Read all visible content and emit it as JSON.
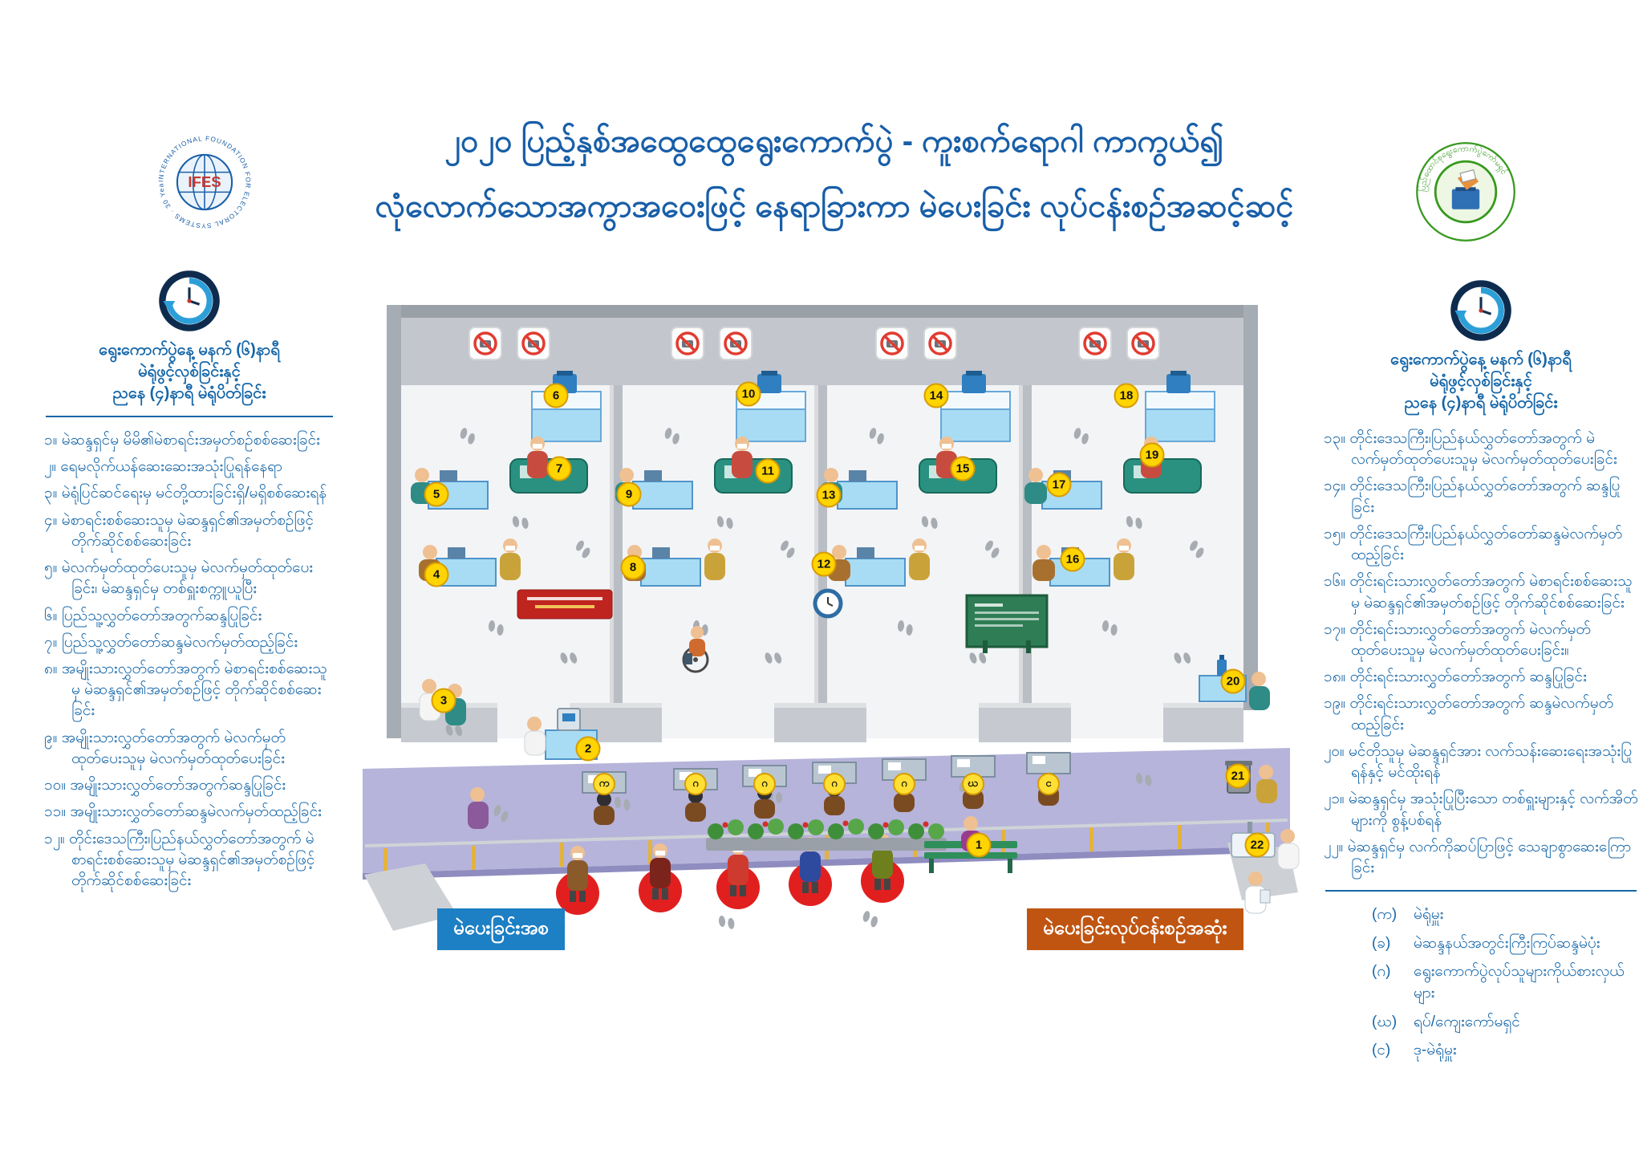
{
  "title": {
    "line1": "၂၀၂၀ ပြည့်နှစ်အထွေထွေရွေးကောက်ပွဲ - ကူးစက်ရောဂါ ကာကွယ်၍",
    "line2": "လုံလောက်သောအကွာအဝေးဖြင့် နေရာခြားကာ မဲပေးခြင်း လုပ်ငန်းစဉ်အဆင့်ဆင့်"
  },
  "logos": {
    "ifes_text": "IFES",
    "ifes_ring_text": "INTERNATIONAL FOUNDATION FOR ELECTORAL SYSTEMS · 30 Years",
    "uec_ring_text": "ပြည်ထောင်စုရွေးကောက်ပွဲကော်မရှင်"
  },
  "left_panel": {
    "clock_text": [
      "ရွေးကောက်ပွဲနေ့ မနက် (၆)နာရီ",
      "မဲရုံဖွင့်လှစ်ခြင်းနှင့်",
      "ညနေ (၄)နာရီ မဲရုံပိတ်ခြင်း"
    ],
    "items": [
      "၁။ မဲဆန္ဒရှင်မှ မိမိ၏မဲစာရင်းအမှတ်စဉ်စစ်ဆေးခြင်း",
      "၂။ ရေမလိုက်ယန်ဆေးဆေးအသုံးပြုရန်နေရာ",
      "၃။ မဲရုံပြင်ဆင်ရေးမှ မင်တို့ထားခြင်းရှိ/မရှိစစ်ဆေးရန်",
      "၄။ မဲစာရင်းစစ်ဆေးသူမှ မဲဆန္ဒရှင်၏အမှတ်စဉ်ဖြင့် တိုက်ဆိုင်စစ်ဆေးခြင်း",
      "၅။ မဲလက်မှတ်ထုတ်ပေးသူမှ မဲလက်မှတ်ထုတ်ပေးခြင်း၊ မဲဆန္ဒရှင်မှ တစ်ရှူးစက္ကူယူပြီး",
      "၆။ ပြည်သူ့လွှတ်တော်အတွက်ဆန္ဒပြုခြင်း",
      "၇။ ပြည်သူ့လွှတ်တော်ဆန္ဒမဲလက်မှတ်ထည့်ခြင်း",
      "၈။ အမျိုးသားလွှတ်တော်အတွက် မဲစာရင်းစစ်ဆေးသူမှ မဲဆန္ဒရှင်၏အမှတ်စဉ်ဖြင့် တိုက်ဆိုင်စစ်ဆေးခြင်း",
      "၉။ အမျိုးသားလွှတ်တော်အတွက် မဲလက်မှတ်ထုတ်ပေးသူမှ မဲလက်မှတ်ထုတ်ပေးခြင်း",
      "၁၀။ အမျိုးသားလွှတ်တော်အတွက်ဆန္ဒပြုခြင်း",
      "၁၁။ အမျိုးသားလွှတ်တော်ဆန္ဒမဲလက်မှတ်ထည့်ခြင်း",
      "၁၂။ တိုင်းဒေသကြီး၊ပြည်နယ်လွှတ်တော်အတွက် မဲစာရင်းစစ်ဆေးသူမှ မဲဆန္ဒရှင်၏အမှတ်စဉ်ဖြင့် တိုက်ဆိုင်စစ်ဆေးခြင်း"
    ]
  },
  "right_panel": {
    "clock_text": [
      "ရွေးကောက်ပွဲနေ့ မနက် (၆)နာရီ",
      "မဲရုံဖွင့်လှစ်ခြင်းနှင့်",
      "ညနေ (၄)နာရီ မဲရုံပိတ်ခြင်း"
    ],
    "items": [
      "၁၃။ တိုင်းဒေသကြီး၊ပြည်နယ်လွှတ်တော်အတွက် မဲလက်မှတ်ထုတ်ပေးသူမှ မဲလက်မှတ်ထုတ်ပေးခြင်း",
      "၁၄။ တိုင်းဒေသကြီး၊ပြည်နယ်လွှတ်တော်အတွက် ဆန္ဒပြုခြင်း",
      "၁၅။ တိုင်းဒေသကြီး၊ပြည်နယ်လွှတ်တော်ဆန္ဒမဲလက်မှတ်ထည့်ခြင်း",
      "၁၆။ တိုင်းရင်းသားလွှတ်တော်အတွက် မဲစာရင်းစစ်ဆေးသူမှ မဲဆန္ဒရှင်၏အမှတ်စဉ်ဖြင့် တိုက်ဆိုင်စစ်ဆေးခြင်း",
      "၁၇။ တိုင်းရင်းသားလွှတ်တော်အတွက် မဲလက်မှတ်ထုတ်ပေးသူမှ မဲလက်မှတ်ထုတ်ပေးခြင်း။",
      "၁၈။ တိုင်းရင်းသားလွှတ်တော်အတွက် ဆန္ဒပြုခြင်း",
      "၁၉။ တိုင်းရင်းသားလွှတ်တော်အတွက် ဆန္ဒမဲလက်မှတ်ထည့်ခြင်း",
      "၂၀။ မင်တိုသူမှ မဲဆန္ဒရှင်အား လက်သန်းဆေးရေးအသုံးပြုရန်နှင့် မင်ထိုးရန်",
      "၂၁။ မဲဆန္ဒရှင်မှ အသုံးပြုပြီးသော တစ်ရှူးများနှင့် လက်အိတ်များကို စွန့်ပစ်ရန်",
      "၂၂။ မဲဆန္ဒရှင်မှ လက်ကိုဆပ်ပြာဖြင့် သေချာစွာဆေးကြောခြင်း"
    ],
    "legend": [
      {
        "key": "(က)",
        "text": "မဲရုံမှူး"
      },
      {
        "key": "(ခ)",
        "text": "မဲဆန္ဒနယ်အတွင်းကြီးကြပ်ဆန္ဒမဲပုံး"
      },
      {
        "key": "(ဂ)",
        "text": "ရွေးကောက်ပွဲလုပ်သူများကိုယ်စားလှယ်များ"
      },
      {
        "key": "(ဃ)",
        "text": "ရပ်/ကျေးကော်မရှင်"
      },
      {
        "key": "(င)",
        "text": "ဒု-မဲရုံမှူး"
      }
    ]
  },
  "scene": {
    "start_label": "မဲပေးခြင်းအစ",
    "end_label": "မဲပေးခြင်းလုပ်ငန်းစဉ်အဆုံး",
    "markers": [
      "1",
      "2",
      "3",
      "4",
      "5",
      "6",
      "7",
      "8",
      "9",
      "10",
      "11",
      "12",
      "13",
      "14",
      "15",
      "16",
      "17",
      "18",
      "19",
      "20",
      "21",
      "22"
    ],
    "letter_markers": [
      "က",
      "ဂ",
      "ဂ",
      "ဂ",
      "ဂ",
      "ဃ",
      "င"
    ]
  },
  "colors": {
    "accent_blue": "#185ea8",
    "list_blue": "#1566a8",
    "start_label_bg": "#1d7fc4",
    "end_label_bg": "#c05512",
    "marker_yellow": "#ffd400",
    "corridor_purple": "#b6b4da",
    "distance_circle_red": "#e21f1f"
  }
}
